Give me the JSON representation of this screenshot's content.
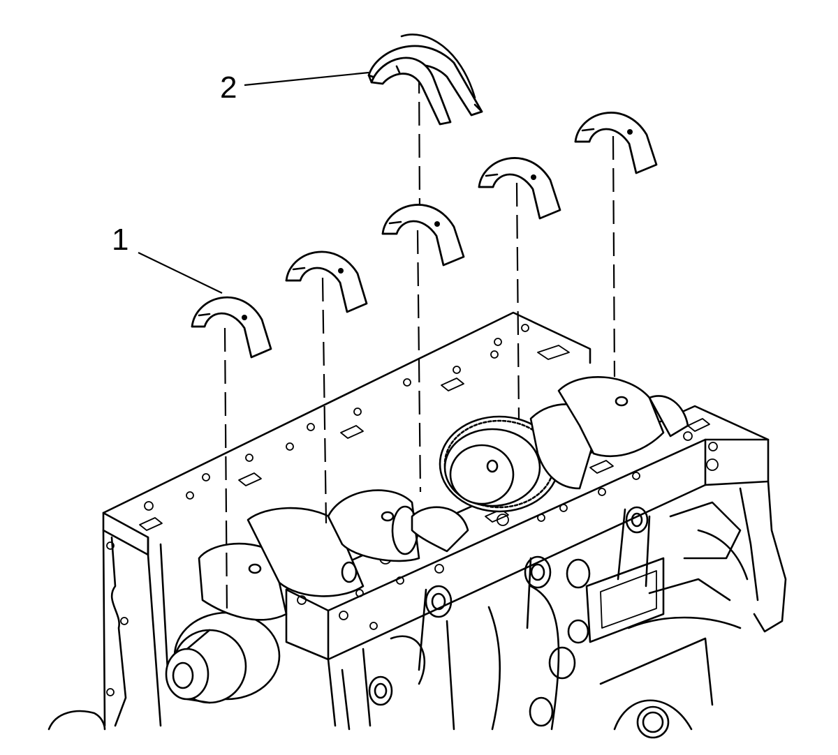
{
  "diagram": {
    "callouts": [
      {
        "id": "callout-1",
        "label": "1"
      },
      {
        "id": "callout-2",
        "label": "2"
      }
    ],
    "parts": [
      "crankshaft-upper-bearing-1",
      "crankshaft-upper-bearing-2",
      "crankshaft-upper-bearing-3",
      "crankshaft-upper-bearing-4",
      "crankshaft-upper-bearing-5",
      "crankshaft-thrust-washer",
      "engine-block",
      "crankshaft"
    ]
  }
}
